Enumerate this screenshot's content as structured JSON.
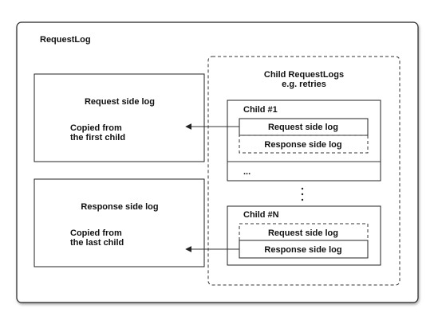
{
  "diagram": {
    "outer_title": "RequestLog",
    "request_log": {
      "title": "Request side log",
      "note_line1": "Copied from",
      "note_line2": "the first child"
    },
    "response_log": {
      "title": "Response side log",
      "note_line1": "Copied from",
      "note_line2": "the last child"
    },
    "children_group": {
      "title_line1": "Child RequestLogs",
      "title_line2": "e.g. retries"
    },
    "child_first": {
      "title": "Child #1",
      "request_label": "Request side log",
      "response_label": "Response side log"
    },
    "child_more": "...",
    "vertical_ellipsis": ".\n.\n.",
    "child_last": {
      "title": "Child #N",
      "request_label": "Request side log",
      "response_label": "Response side log"
    }
  }
}
